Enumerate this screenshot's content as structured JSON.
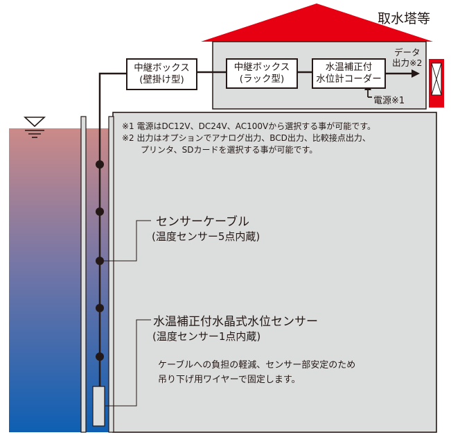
{
  "building": {
    "title": "取水塔等",
    "roof_color": "#e60012",
    "wall_color": "#dcdddd"
  },
  "relay_wall": {
    "line1": "中継ボックス",
    "line2": "(壁掛け型)"
  },
  "relay_rack": {
    "line1": "中継ボックス",
    "line2": "(ラック型)"
  },
  "logger": {
    "line1": "水温補正付",
    "line2": "水位計コーダー"
  },
  "data_output": {
    "line1": "データ",
    "line2": "出力※2"
  },
  "power": "電源※1",
  "notes": {
    "n1": "※1 電源はDC12V、DC24V、AC100Vから選択する事が可能です。",
    "n2a": "※2 出力はオプションでアナログ出力、BCD出力、比較接点出力、",
    "n2b": "プリンタ、SDカードを選択する事が可能です。"
  },
  "cable": {
    "title": "センサーケーブル",
    "subtitle": "(温度センサー5点内蔵)"
  },
  "sensor": {
    "title": "水温補正付水晶式水位センサー",
    "subtitle": "(温度センサー1点内蔵)",
    "desc1": "ケーブルへの負担の軽減、センサー部安定のため",
    "desc2": "吊り下げ用ワイヤーで固定します。"
  },
  "colors": {
    "water_top": "#cc8a88",
    "water_bottom": "#0e5fb3",
    "panel": "#dcdddd",
    "ink": "#231815"
  }
}
